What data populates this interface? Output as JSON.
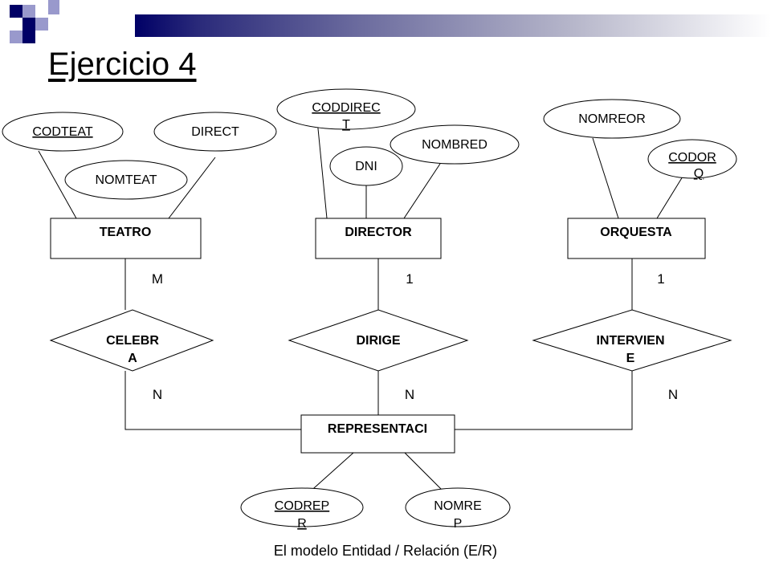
{
  "slide": {
    "title": "Ejercicio 4",
    "footer": "El modelo Entidad / Relación (E/R)"
  },
  "entities": {
    "teatro": "TEATRO",
    "director": "DIRECTOR",
    "orquesta": "ORQUESTA",
    "representacion": "REPRESENTACI"
  },
  "relationships": {
    "celebra": [
      "CELEBR",
      "A"
    ],
    "dirige": [
      "DIRIGE"
    ],
    "interviene": [
      "INTERVIEN",
      "E"
    ]
  },
  "attributes": {
    "codteat": [
      "CODTEAT"
    ],
    "direct": [
      "DIRECT"
    ],
    "nomteat": [
      "NOMTEAT"
    ],
    "coddirect": [
      "CODDIREC",
      "T"
    ],
    "dni": [
      "DNI"
    ],
    "nombred": [
      "NOMBRED"
    ],
    "nomreor": [
      "NOMREOR"
    ],
    "codorq": [
      "CODOR",
      "Q"
    ],
    "codrepr": [
      "CODREP",
      "R"
    ],
    "nomrep": [
      "NOMRE",
      "P"
    ]
  },
  "cardinalities": {
    "teatro_celebra": "M",
    "director_dirige": "1",
    "orquesta_interviene": "1",
    "celebra_representacion": "N",
    "dirige_representacion": "N",
    "interviene_representacion": "N"
  },
  "colors": {
    "brand_dark": "#000066",
    "brand_light": "#9999cc"
  }
}
